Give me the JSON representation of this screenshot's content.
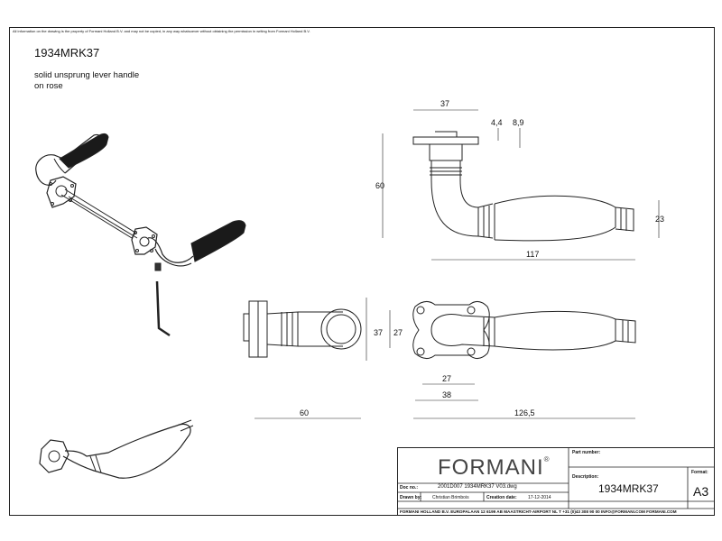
{
  "header": {
    "notice": "All information on the drawing is the property of Formani Holland B.V. and may not be copied, in any way whatsoever without obtaining the permission in writing from Formani Holland B.V.",
    "part_code": "1934MRK37",
    "description_line1": "solid unsprung lever handle",
    "description_line2": "on rose"
  },
  "dimensions": {
    "rose_width": "37",
    "thickness_a": "4,4",
    "thickness_b": "8,9",
    "height": "60",
    "grip_diameter": "23",
    "length": "117",
    "side_depth": "60",
    "rose_outer": "37",
    "rose_inner": "27",
    "base_inner": "27",
    "base_outer": "38",
    "total_length": "126,5"
  },
  "title_block": {
    "logo": "FORMANI",
    "logo_mark": "®",
    "part_number_label": "Part number:",
    "description_label": "Description:",
    "description_value": "1934MRK37",
    "format_label": "Format:",
    "format_value": "A3",
    "doc_label": "Doc no.:",
    "doc_value": "2001D007 1934MRK37 V03.dwg",
    "drawn_label": "Drawn by:",
    "drawn_value": "Christian Brimbois",
    "creation_label": "Creation date:",
    "creation_value": "17-12-2014",
    "footer": "FORMANI HOLLAND B.V.  EUROPALAAN 12  6199 AB MAASTRICHT-AIRPORT NL  T +31 (0)43 308 90 00 INFO@FORMANI.COM FORMANI.COM"
  }
}
